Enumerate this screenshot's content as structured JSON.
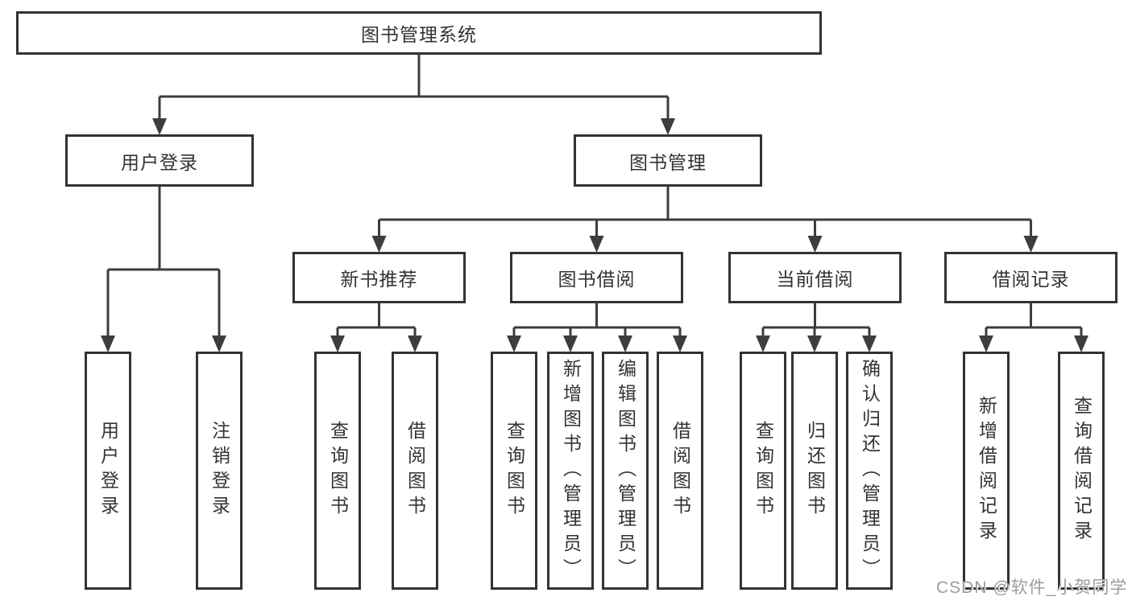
{
  "diagram": {
    "title": "图书管理系统",
    "level2": [
      {
        "label": "用户登录"
      },
      {
        "label": "图书管理"
      }
    ],
    "level3": [
      {
        "label": "新书推荐"
      },
      {
        "label": "图书借阅"
      },
      {
        "label": "当前借阅"
      },
      {
        "label": "借阅记录"
      }
    ],
    "leaves": [
      {
        "label": "用户登录"
      },
      {
        "label": "注销登录"
      },
      {
        "label": "查询图书"
      },
      {
        "label": "借阅图书"
      },
      {
        "label": "查询图书"
      },
      {
        "label": "新增图书（管理员）"
      },
      {
        "label": "编辑图书（管理员）"
      },
      {
        "label": "借阅图书"
      },
      {
        "label": "查询图书"
      },
      {
        "label": "归还图书"
      },
      {
        "label": "确认归还（管理员）"
      },
      {
        "label": "新增借阅记录"
      },
      {
        "label": "查询借阅记录"
      }
    ],
    "colors": {
      "border": "#333333",
      "line": "#3d3d3d",
      "text": "#333333",
      "watermark": "#9c9c9c",
      "background": "#ffffff"
    }
  },
  "watermark": {
    "text": "CSDN @软件_小贺同学"
  }
}
